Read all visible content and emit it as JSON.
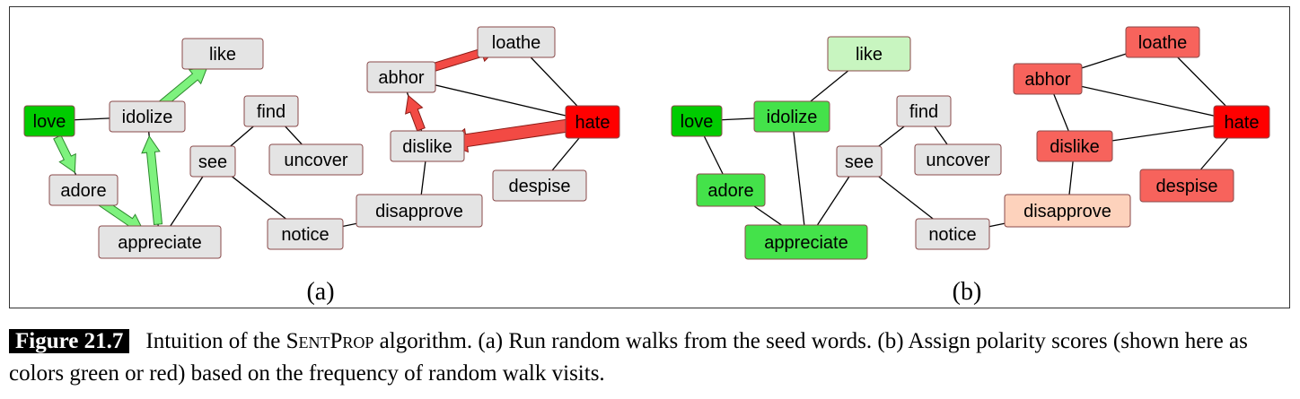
{
  "panel_a": {
    "label": "(a)",
    "nodes": [
      {
        "id": "like",
        "text": "like",
        "fill": "#e4e4e4"
      },
      {
        "id": "love",
        "text": "love",
        "fill": "#00cc00"
      },
      {
        "id": "idolize",
        "text": "idolize",
        "fill": "#e4e4e4"
      },
      {
        "id": "find",
        "text": "find",
        "fill": "#e4e4e4"
      },
      {
        "id": "see",
        "text": "see",
        "fill": "#e4e4e4"
      },
      {
        "id": "uncover",
        "text": "uncover",
        "fill": "#e4e4e4"
      },
      {
        "id": "adore",
        "text": "adore",
        "fill": "#e4e4e4"
      },
      {
        "id": "appreciate",
        "text": "appreciate",
        "fill": "#e4e4e4"
      },
      {
        "id": "notice",
        "text": "notice",
        "fill": "#e4e4e4"
      },
      {
        "id": "loathe",
        "text": "loathe",
        "fill": "#e4e4e4"
      },
      {
        "id": "abhor",
        "text": "abhor",
        "fill": "#e4e4e4"
      },
      {
        "id": "hate",
        "text": "hate",
        "fill": "#ff0000"
      },
      {
        "id": "dislike",
        "text": "dislike",
        "fill": "#e4e4e4"
      },
      {
        "id": "despise",
        "text": "despise",
        "fill": "#e4e4e4"
      },
      {
        "id": "disapprove",
        "text": "disapprove",
        "fill": "#e4e4e4"
      }
    ],
    "walk_arrows": [
      {
        "from": "love",
        "to": "adore",
        "color": "green"
      },
      {
        "from": "adore",
        "to": "appreciate",
        "color": "green"
      },
      {
        "from": "appreciate",
        "to": "idolize",
        "color": "green"
      },
      {
        "from": "idolize",
        "to": "like",
        "color": "green"
      },
      {
        "from": "hate",
        "to": "dislike",
        "color": "red"
      },
      {
        "from": "dislike",
        "to": "abhor",
        "color": "red"
      },
      {
        "from": "abhor",
        "to": "loathe",
        "color": "red"
      }
    ]
  },
  "panel_b": {
    "label": "(b)",
    "nodes": [
      {
        "id": "like",
        "text": "like",
        "fill": "#c8f5c0"
      },
      {
        "id": "love",
        "text": "love",
        "fill": "#00cc00"
      },
      {
        "id": "idolize",
        "text": "idolize",
        "fill": "#44e24a"
      },
      {
        "id": "find",
        "text": "find",
        "fill": "#e4e4e4"
      },
      {
        "id": "see",
        "text": "see",
        "fill": "#e4e4e4"
      },
      {
        "id": "uncover",
        "text": "uncover",
        "fill": "#e4e4e4"
      },
      {
        "id": "adore",
        "text": "adore",
        "fill": "#44e24a"
      },
      {
        "id": "appreciate",
        "text": "appreciate",
        "fill": "#44e24a"
      },
      {
        "id": "notice",
        "text": "notice",
        "fill": "#e4e4e4"
      },
      {
        "id": "loathe",
        "text": "loathe",
        "fill": "#f7635c"
      },
      {
        "id": "abhor",
        "text": "abhor",
        "fill": "#f7635c"
      },
      {
        "id": "hate",
        "text": "hate",
        "fill": "#ff0000"
      },
      {
        "id": "dislike",
        "text": "dislike",
        "fill": "#f7635c"
      },
      {
        "id": "despise",
        "text": "despise",
        "fill": "#f7635c"
      },
      {
        "id": "disapprove",
        "text": "disapprove",
        "fill": "#fdd2bc"
      }
    ]
  },
  "edges": [
    [
      "love",
      "idolize"
    ],
    [
      "love",
      "adore"
    ],
    [
      "idolize",
      "like"
    ],
    [
      "idolize",
      "appreciate"
    ],
    [
      "adore",
      "appreciate"
    ],
    [
      "appreciate",
      "see"
    ],
    [
      "see",
      "find"
    ],
    [
      "see",
      "notice"
    ],
    [
      "find",
      "uncover"
    ],
    [
      "notice",
      "disapprove"
    ],
    [
      "disapprove",
      "dislike"
    ],
    [
      "dislike",
      "abhor"
    ],
    [
      "dislike",
      "hate"
    ],
    [
      "abhor",
      "loathe"
    ],
    [
      "abhor",
      "hate"
    ],
    [
      "loathe",
      "hate"
    ],
    [
      "hate",
      "despise"
    ]
  ],
  "caption": {
    "figure_number": "Figure 21.7",
    "text_before": "Intuition of the ",
    "algorithm_name": "SentProp",
    "text_after": " algorithm. (a) Run random walks from the seed words. (b) Assign polarity scores (shown here as colors green or red) based on the frequency of random walk visits."
  }
}
